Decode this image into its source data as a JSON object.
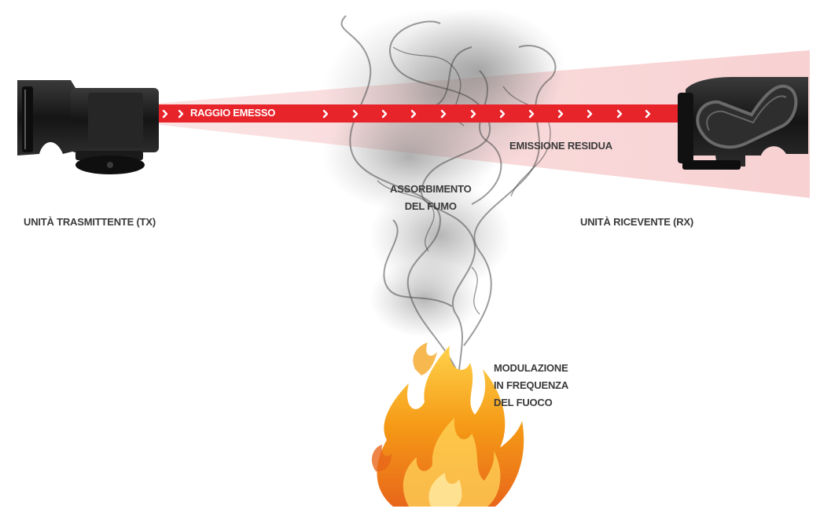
{
  "labels": {
    "beam": "RAGGIO EMESSO",
    "residual": "EMISSIONE RESIDUA",
    "absorption": [
      "ASSORBIMENTO",
      "DEL FUMO"
    ],
    "transmitter": "UNITÀ TRASMITTENTE (TX)",
    "receiver": "UNITÀ RICEVENTE (RX)",
    "fire": [
      "MODULAZIONE",
      "IN FREQUENZA",
      "DEL FUOCO"
    ]
  },
  "colors": {
    "beam": "#e8242b",
    "cone": "#f7cccd",
    "device": "#1c1c1c",
    "flame": "#f59a16",
    "smoke": "#6a6a6a",
    "text": "#3a3a3a"
  },
  "icons": {
    "transmitter": "beam-transmitter-icon",
    "receiver": "beam-receiver-icon",
    "smoke": "smoke-icon",
    "fire": "fire-icon",
    "chevron": "chevron-right-icon"
  }
}
